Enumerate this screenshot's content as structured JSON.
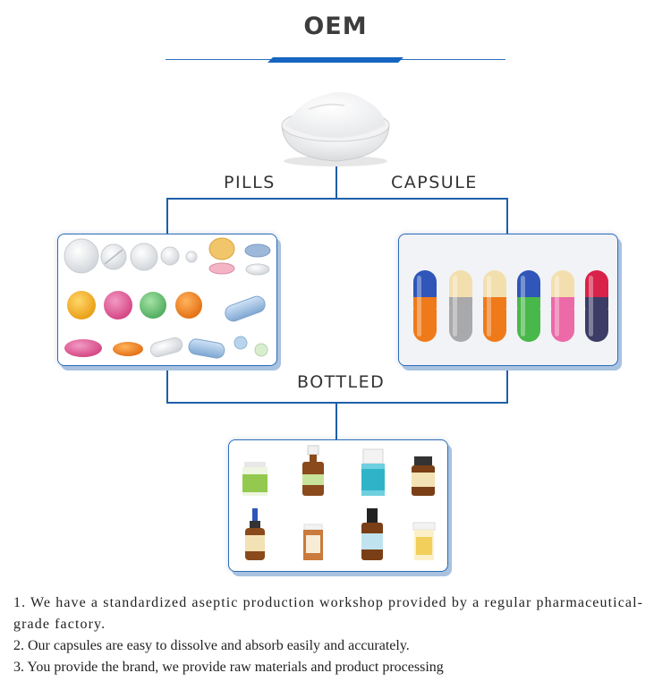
{
  "title": "OEM",
  "labels": {
    "pills": "PILLS",
    "capsule": "CAPSULE",
    "bottled": "BOTTLED"
  },
  "notes": [
    "1. We have a standardized aseptic production workshop provided by a regular pharmaceutical-grade factory.",
    "2. Our capsules are easy to dissolve and absorb easily and accurately.",
    "3. You provide the brand, we provide raw materials and product processing"
  ],
  "colors": {
    "accent_blue": "#1665c1",
    "line_blue": "#1e5fa8",
    "panel_shadow": "#a9c2e0"
  }
}
